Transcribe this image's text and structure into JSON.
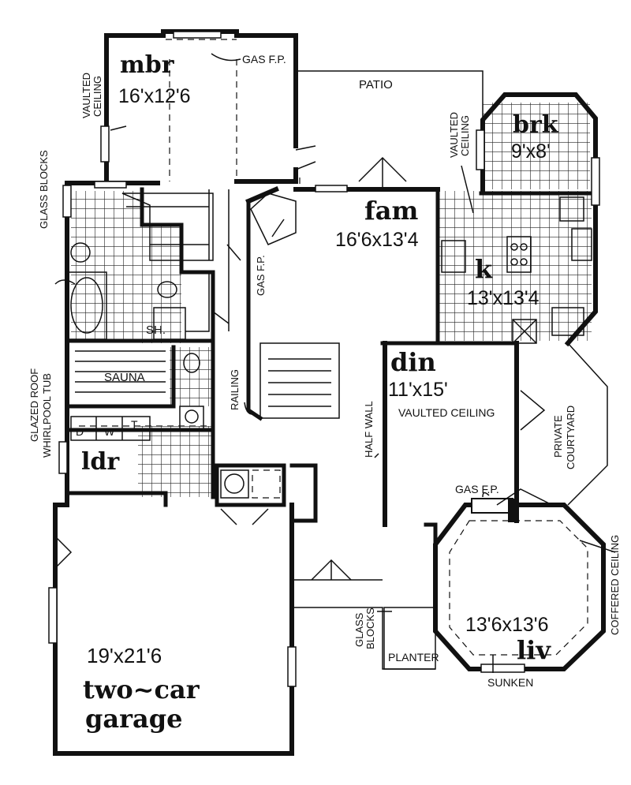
{
  "rooms": {
    "mbr": {
      "name": "mbr",
      "dim": "16'x12'6"
    },
    "brk": {
      "name": "brk",
      "dim": "9'x8'"
    },
    "fam": {
      "name": "fam",
      "dim": "16'6x13'4"
    },
    "k": {
      "name": "k",
      "dim": "13'x13'4"
    },
    "din": {
      "name": "din",
      "dim": "11'x15'"
    },
    "ldr": {
      "name": "ldr"
    },
    "liv": {
      "name": "liv",
      "dim": "13'6x13'6"
    },
    "garage": {
      "name_line1": "two~car",
      "name_line2": "garage",
      "dim": "19'x21'6"
    }
  },
  "labels": {
    "patio": "PATIO",
    "gas_fp_mbr": "GAS F.P.",
    "gas_fp_fam": "GAS F.P.",
    "gas_fp_liv": "GAS F.P.",
    "vaulted_mbr_1": "VAULTED",
    "vaulted_mbr_2": "CEILING",
    "vaulted_brk_1": "VAULTED",
    "vaulted_brk_2": "CEILING",
    "glass_blocks_top": "GLASS BLOCKS",
    "glazed_roof": "GLAZED ROOF",
    "whirlpool_tub": "WHIRLPOOL TUB",
    "sh": "SH.",
    "sauna": "SAUNA",
    "d": "D",
    "w": "W",
    "t": "T",
    "railing": "RAILING",
    "half_wall": "HALF WALL",
    "vaulted_din": "VAULTED CEILING",
    "private": "PRIVATE",
    "courtyard": "COURTYARD",
    "coffered": "COFFERED CEILING",
    "glass_blocks_liv_1": "GLASS",
    "glass_blocks_liv_2": "BLOCKS",
    "planter": "PLANTER",
    "sunken": "SUNKEN"
  }
}
